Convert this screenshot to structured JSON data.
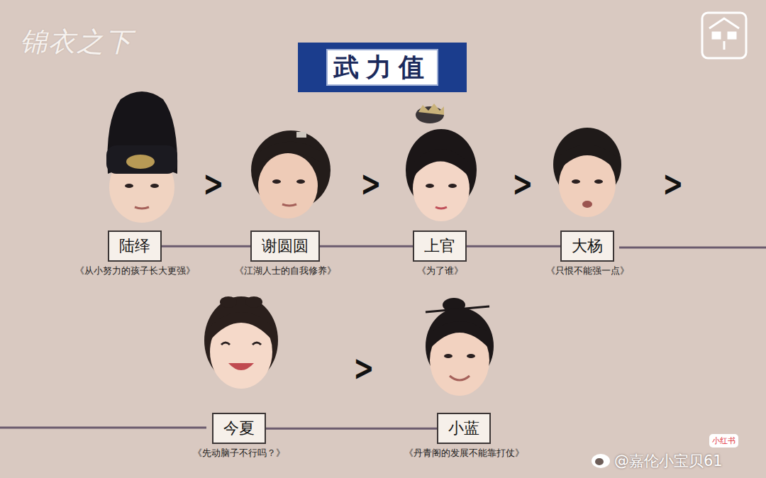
{
  "diagram": {
    "title": "武力值",
    "nodes": [
      {
        "text": [
          "陆绎",
          "《从小努力的孩子长大更强》"
        ]
      },
      {
        "text": [
          "谢圆圆",
          "《江湖人士的自我修养》"
        ]
      },
      {
        "text": [
          "上官",
          "《为了谁》"
        ]
      },
      {
        "text": [
          "大杨",
          "《只恨不能强一点》"
        ]
      },
      {
        "text": [
          "今夏",
          "《先动脑子不行吗？》"
        ]
      },
      {
        "text": [
          "小蓝",
          "《丹青阁的发展不能靠打仗》"
        ]
      }
    ],
    "edges": [
      {
        "from": 0,
        "to": 1,
        "arrow": "none"
      },
      {
        "from": 1,
        "to": 2,
        "arrow": "none"
      },
      {
        "from": 2,
        "to": 3,
        "arrow": "none"
      },
      {
        "from": 4,
        "to": 5,
        "arrow": "none"
      }
    ],
    "labels": [
      "锦衣之下",
      ">",
      ">",
      ">",
      ">",
      ">",
      "小红书",
      "@嘉伦小宝贝61"
    ]
  }
}
